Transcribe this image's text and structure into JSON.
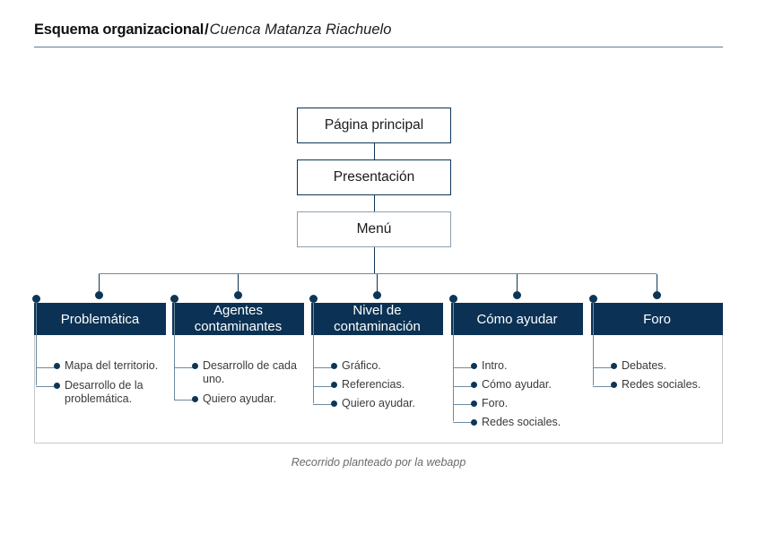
{
  "header": {
    "title_strong": "Esquema organizacional",
    "separator": "/",
    "title_em": "Cuenca Matanza Riachuelo",
    "rule_color": "#5b7f96"
  },
  "colors": {
    "navy": "#0b3254",
    "navy_line": "#0d3556",
    "steel_line": "#6d8aa0",
    "frame_gray": "#c9c9c9",
    "menu_border_gray": "#8d9fae",
    "text_dark": "#1a1a1a",
    "text_item": "#3a3a3a",
    "caption_gray": "#6a6a6a",
    "white": "#ffffff"
  },
  "flow": {
    "top_nodes": [
      {
        "label": "Página principal"
      },
      {
        "label": "Presentación"
      },
      {
        "label": "Menú"
      }
    ]
  },
  "columns": [
    {
      "title": "Problemática",
      "items": [
        "Mapa del territorio.",
        "Desarrollo de la problemática."
      ]
    },
    {
      "title": "Agentes contaminantes",
      "items": [
        "Desarrollo de cada uno.",
        "Quiero ayudar."
      ]
    },
    {
      "title": "Nivel de contaminación",
      "items": [
        "Gráfico.",
        "Referencias.",
        "Quiero ayudar."
      ]
    },
    {
      "title": "Cómo ayudar",
      "items": [
        "Intro.",
        "Cómo ayudar.",
        "Foro.",
        "Redes sociales."
      ]
    },
    {
      "title": "Foro",
      "items": [
        "Debates.",
        "Redes sociales."
      ]
    }
  ],
  "footer": {
    "caption": "Recorrido planteado por la webapp"
  }
}
